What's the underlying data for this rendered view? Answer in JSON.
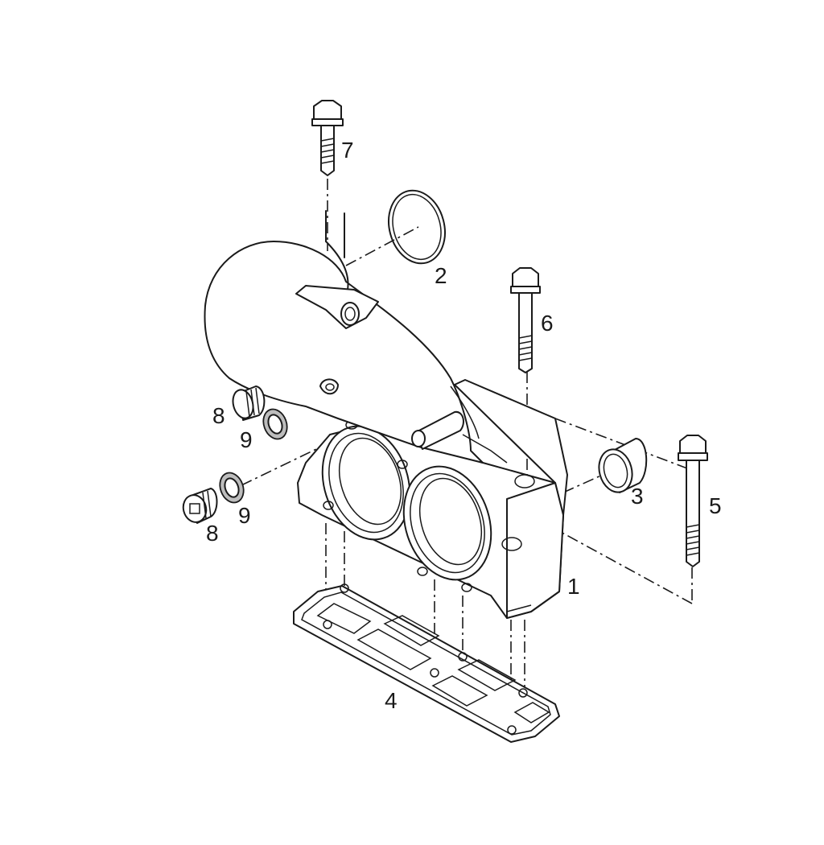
{
  "callouts": {
    "exhaust_manifold": "1",
    "o_ring": "2",
    "sleeve": "3",
    "gasket": "4",
    "long_bolt": "5",
    "medium_bolt": "6",
    "short_bolt": "7",
    "plug_upper": "8",
    "washer_upper": "9",
    "plug_lower": "8",
    "washer_lower": "9"
  }
}
